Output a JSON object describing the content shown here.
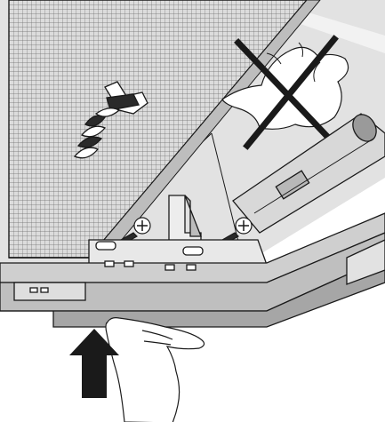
{
  "illustration": {
    "parts": [
      "mesh-filter-panel",
      "spring-clip-fastener",
      "hood-underside-panel",
      "cleaning-cloth-prohibited",
      "screw",
      "mounting-bracket",
      "slotted-rail",
      "handle-tube",
      "hand",
      "push-up-arrow"
    ],
    "prohibition_mark": "cross-out",
    "arrow_direction": "up"
  },
  "colors": {
    "line": "#1a1a1a",
    "panel_fill": "#e4e4e4",
    "mesh_fill": "#d6d6d6",
    "rail_fill": "#c8c8c8",
    "shadow_fill": "#a8a8a8",
    "dark_fill": "#2a2a2a",
    "white": "#ffffff"
  }
}
